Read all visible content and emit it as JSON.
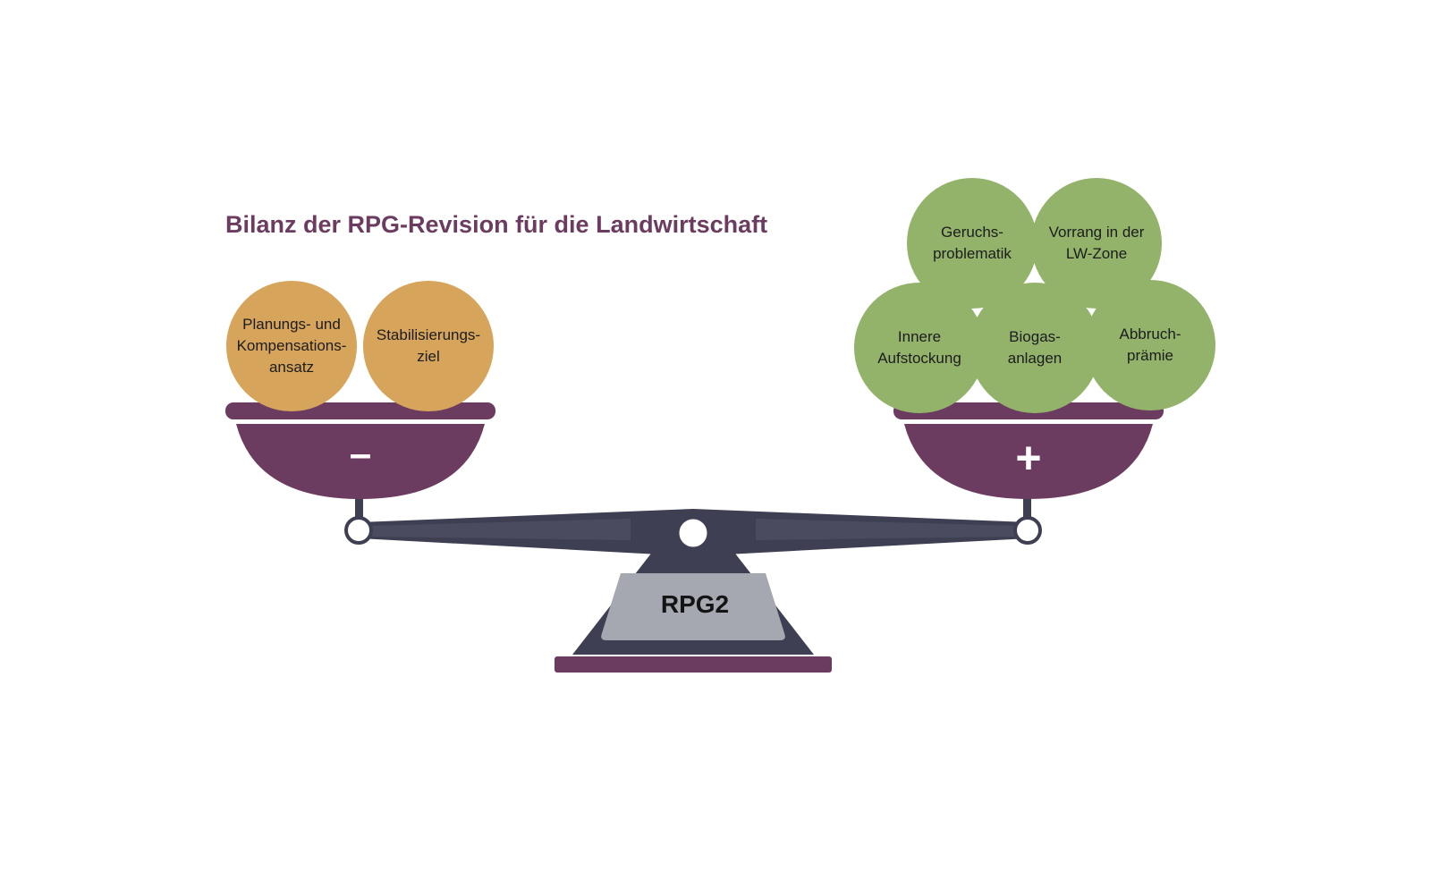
{
  "title": "Bilanz der RPG-Revision für die Landwirtschaft",
  "colors": {
    "negative_ball": "#d6a45a",
    "positive_ball": "#93b36b",
    "pan": "#6c3c60",
    "beam": "#3e3f52",
    "base_plate": "#a5a8b1",
    "title": "#6c3c60"
  },
  "scale": {
    "base_label": "RPG2",
    "left_pan": {
      "sign": "–",
      "balls": [
        {
          "lines": [
            "Planungs- und",
            "Kompensations-",
            "ansatz"
          ]
        },
        {
          "lines": [
            "Stabilisierungs-",
            "ziel"
          ]
        }
      ]
    },
    "right_pan": {
      "sign": "+",
      "balls": [
        {
          "lines": [
            "Geruchs-",
            "problematik"
          ]
        },
        {
          "lines": [
            "Vorrang in der",
            "LW-Zone"
          ]
        },
        {
          "lines": [
            "Innere",
            "Aufstockung"
          ]
        },
        {
          "lines": [
            "Biogas-",
            "anlagen"
          ]
        },
        {
          "lines": [
            "Abbruch-",
            "prämie"
          ]
        }
      ]
    }
  }
}
